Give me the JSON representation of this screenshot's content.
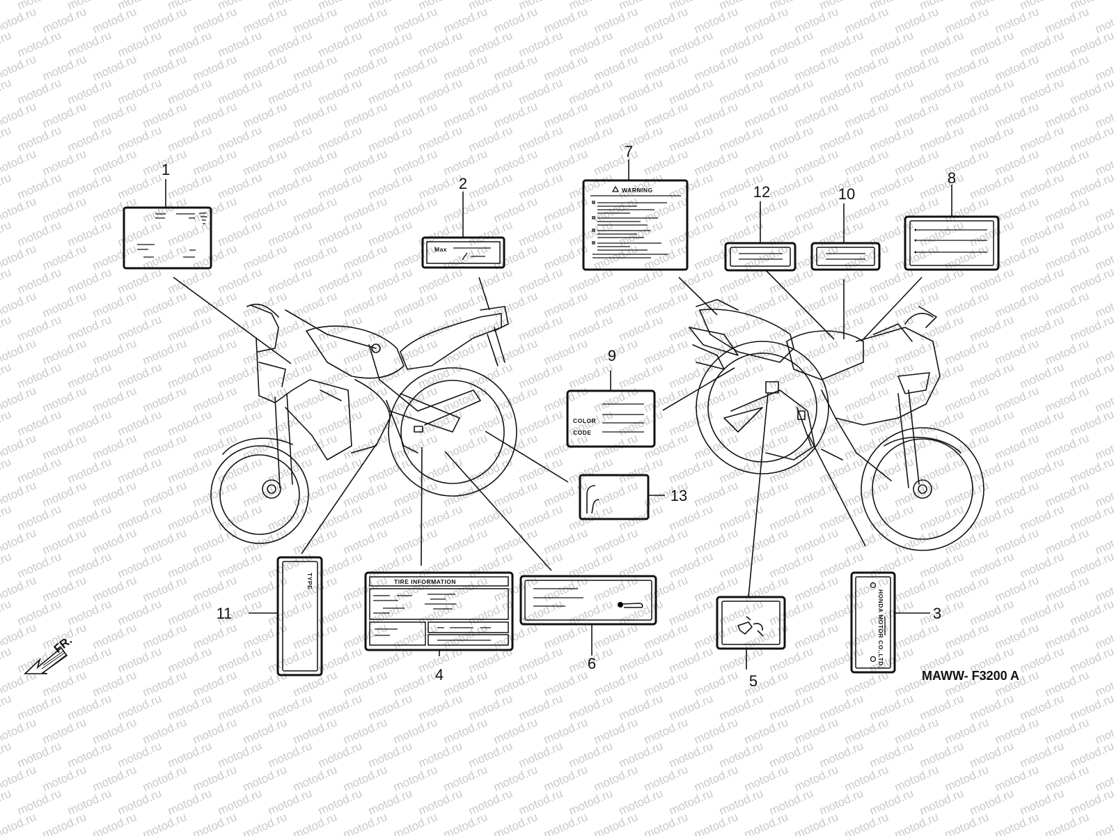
{
  "watermark": "motod.ru",
  "figure_code": "MAWW- F3200 A",
  "direction_label": "FR.",
  "callouts": [
    "1",
    "2",
    "3",
    "4",
    "5",
    "6",
    "7",
    "8",
    "9",
    "10",
    "11",
    "12",
    "13"
  ],
  "label_texts": {
    "warning": "WARNING",
    "max": "Max",
    "color": "COLOR",
    "code": "CODE",
    "type": "TYPE",
    "tire_information": "TIRE     INFORMATION",
    "maker": "HONDA MOTOR CO.,LTD."
  }
}
